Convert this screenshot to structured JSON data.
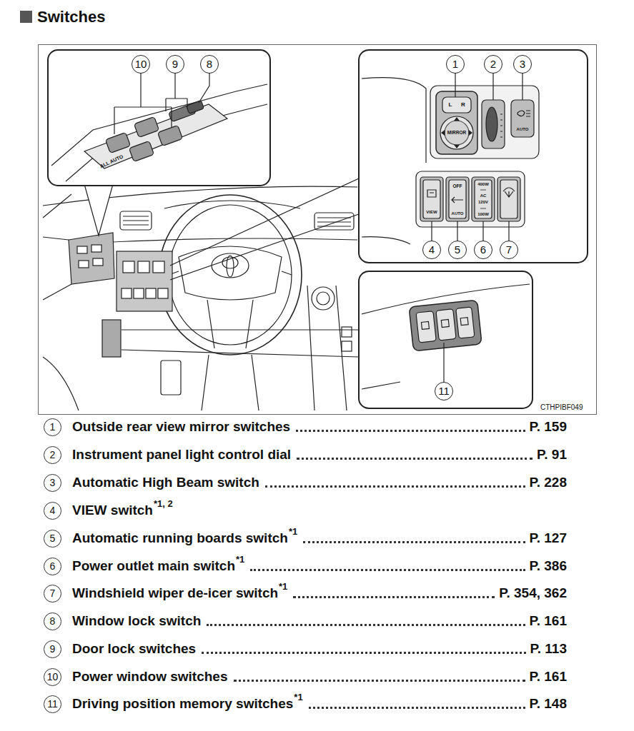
{
  "diagram": {
    "title": "Switches",
    "labels": [
      "10",
      "9",
      "8",
      "1",
      "2",
      "3",
      "4",
      "5",
      "6",
      "7",
      "11",
      "ALL AUTO",
      "L",
      "R",
      "MIRROR",
      "AUTO",
      "VIEW",
      "OFF",
      "AUTO",
      "400W",
      "AC",
      "120V",
      "100W",
      "CTHPIBF049",
      "1",
      "Outside rear view mirror switches",
      "P. 159",
      "2",
      "Instrument panel light control dial",
      "P. 91",
      "3",
      "Automatic High Beam switch",
      "P. 228",
      "4",
      "VIEW switch",
      "*1, 2",
      "5",
      "Automatic running boards switch",
      "*1",
      "P. 127",
      "6",
      "Power outlet main switch",
      "*1",
      "P. 386",
      "7",
      "Windshield wiper de-icer switch",
      "*1",
      "P. 354, 362",
      "8",
      "Window lock switch",
      "P. 161",
      "9",
      "Door lock switches",
      "P. 113",
      "10",
      "Power window switches",
      "P. 161",
      "11",
      "Driving position memory switches",
      "*1",
      "P. 148"
    ]
  }
}
